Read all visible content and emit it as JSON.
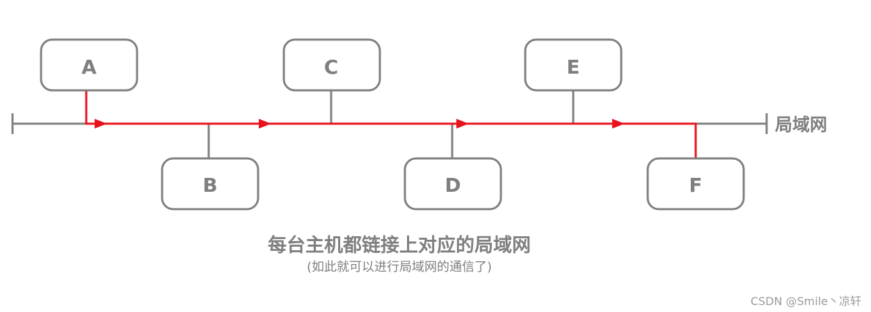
{
  "diagram": {
    "bus_label": "局域网",
    "nodes": [
      {
        "id": "A",
        "label": "A",
        "side": "top"
      },
      {
        "id": "B",
        "label": "B",
        "side": "bottom"
      },
      {
        "id": "C",
        "label": "C",
        "side": "top"
      },
      {
        "id": "D",
        "label": "D",
        "side": "bottom"
      },
      {
        "id": "E",
        "label": "E",
        "side": "top"
      },
      {
        "id": "F",
        "label": "F",
        "side": "bottom"
      }
    ],
    "path": {
      "from": "A",
      "to": "F",
      "color": "#e8141c"
    },
    "colors": {
      "line": "#808080",
      "box": "#808080",
      "highlight": "#e8141c",
      "text": "#7f7f7f"
    }
  },
  "caption": {
    "title": "每台主机都链接上对应的局域网",
    "subtitle": "(如此就可以进行局域网的通信了)"
  },
  "watermark": "CSDN @Smile丶凉轩"
}
